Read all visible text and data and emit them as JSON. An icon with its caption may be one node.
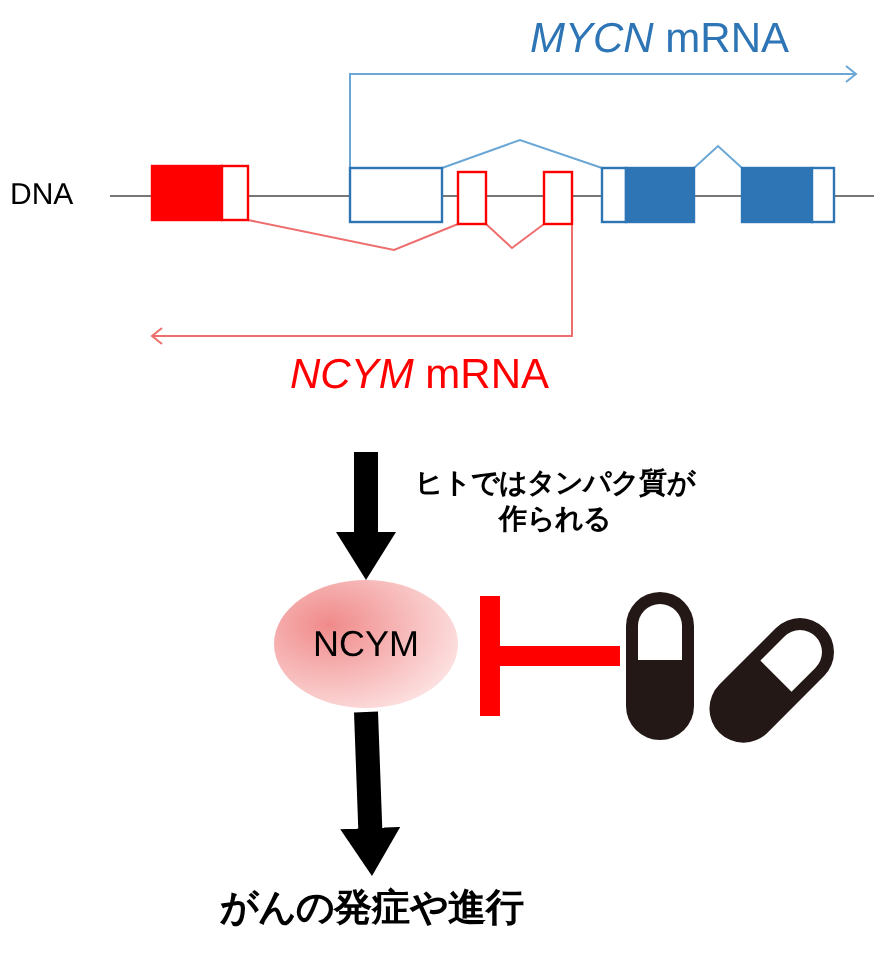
{
  "diagram": {
    "nodes": [
      {
        "text": [
          "NCYM"
        ]
      },
      {
        "text": [],
        "shape": "pill"
      },
      {
        "text": [
          "がんの発症や進行"
        ]
      }
    ],
    "edges": [
      {
        "from": null,
        "to": 0,
        "arrow": "to",
        "label": "ヒトではタンパク質が作られる"
      },
      {
        "from": 1,
        "to": 0,
        "arrow": "other",
        "color": "#ff0000"
      },
      {
        "from": 0,
        "to": 2,
        "arrow": "to"
      }
    ],
    "labels": [
      "*MYCN* mRNA",
      "DNA",
      "*NCYM* mRNA"
    ]
  }
}
